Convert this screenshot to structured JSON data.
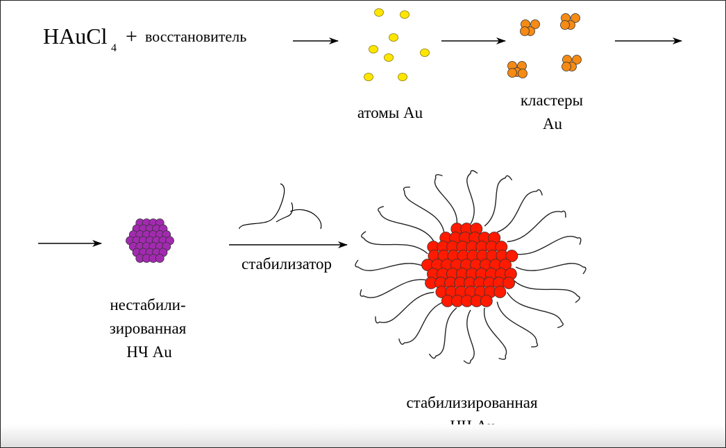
{
  "reactant": {
    "formula": "HAuCl",
    "subscript": "4",
    "plus": "+",
    "reagent": "восстановитель"
  },
  "labels": {
    "atoms": "атомы Au",
    "clusters_line1": "кластеры",
    "clusters_line2": "Au",
    "unstable_line1": "нестабили-",
    "unstable_line2": "зированная",
    "unstable_line3": "НЧ Au",
    "stabilizer": "стабилизатор",
    "stable_line1": "стабилизированная",
    "stable_line2": "НЧ Au"
  },
  "colors": {
    "atom": "#ffe600",
    "cluster": "#f58a14",
    "unstable_np": "#a22ab0",
    "stable_np": "#ff1a00"
  }
}
